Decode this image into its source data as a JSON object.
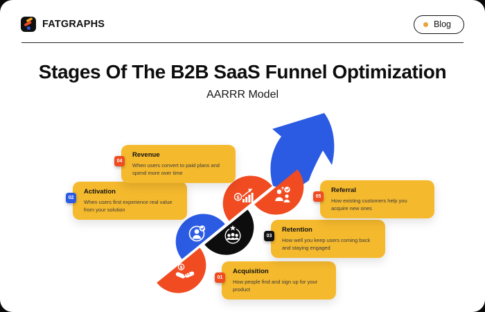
{
  "brand": {
    "name": "FATGRAPHS"
  },
  "nav": {
    "blog_label": "Blog"
  },
  "title": "Stages Of The B2B SaaS Funnel Optimization",
  "subtitle": "AARRR Model",
  "icons": {
    "currency": "$"
  },
  "colors": {
    "orange": "#F04B21",
    "blue": "#2B5BE3",
    "black": "#0D0D0D",
    "card_yellow": "#F5B92D",
    "blog_dot": "#E9A33B",
    "logo_bar_yellow": "#F5A82B",
    "logo_bar_orange": "#F04B21",
    "logo_dot_blue": "#2B5BE3",
    "icon_white": "#FFFFFF"
  },
  "stages": [
    {
      "num": "01",
      "name": "Acquisition",
      "desc": "How people find and sign up for your product",
      "badge_color": "#F04B21",
      "icon": "handshake-icon"
    },
    {
      "num": "02",
      "name": "Activation",
      "desc": "When users first experience real value from your solution",
      "badge_color": "#2B5BE3",
      "icon": "user-check-icon"
    },
    {
      "num": "03",
      "name": "Retention",
      "desc": "How well you keep users coming back and staying engaged",
      "badge_color": "#111111",
      "icon": "users-cycle-icon"
    },
    {
      "num": "04",
      "name": "Revenue",
      "desc": "When users convert to paid plans and spend more over time",
      "badge_color": "#F04B21",
      "icon": "coin-chart-icon"
    },
    {
      "num": "05",
      "name": "Referral",
      "desc": "How existing customers help you acquire new ones",
      "badge_color": "#F04B21",
      "icon": "user-referral-icon"
    }
  ]
}
